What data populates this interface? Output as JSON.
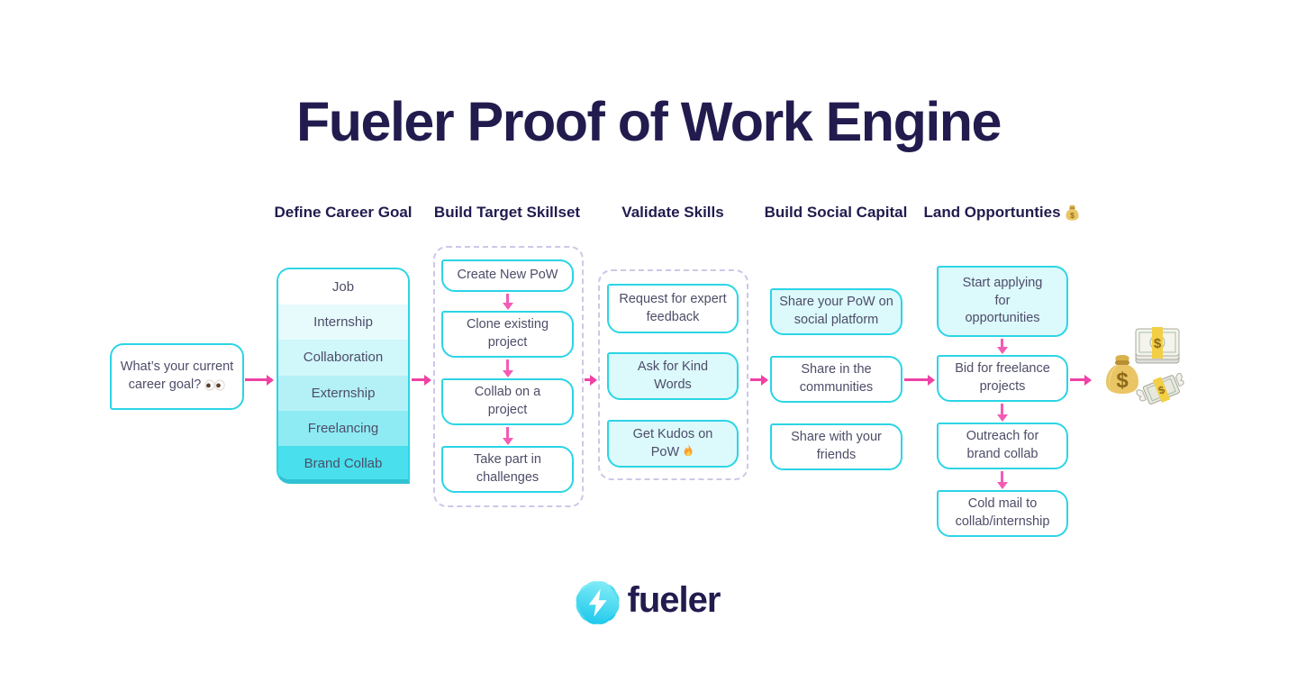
{
  "title": "Fueler Proof of Work Engine",
  "stages": [
    {
      "label": "Define Career Goal"
    },
    {
      "label": "Build Target Skillset"
    },
    {
      "label": "Validate Skills"
    },
    {
      "label": "Build Social Capital"
    },
    {
      "label": "Land Opportunties",
      "emoji": "💰",
      "emoji_name": "money-bag"
    }
  ],
  "intro_box": {
    "text": "What’s your current career goal?",
    "emoji": "👀",
    "emoji_name": "eyes"
  },
  "career_goals": [
    "Job",
    "Internship",
    "Collaboration",
    "Externship",
    "Freelancing",
    "Brand Collab"
  ],
  "skillset_steps": [
    "Create New PoW",
    "Clone existing project",
    "Collab on a project",
    "Take part in challenges"
  ],
  "validate_steps": [
    {
      "text": "Request for expert feedback"
    },
    {
      "text": "Ask for Kind Words"
    },
    {
      "text": "Get Kudos on PoW",
      "emoji": "🔥",
      "emoji_name": "fire"
    }
  ],
  "social_steps": [
    "Share your PoW on social platform",
    "Share in the communities",
    "Share with your friends"
  ],
  "opportunity_steps": [
    "Start applying for opportunities",
    "Bid for freelance projects",
    "Outreach for brand collab",
    "Cold mail to collab/internship"
  ],
  "outcome": {
    "emojis": [
      "💰",
      "💵",
      "💸"
    ],
    "emoji_names": [
      "money-bag",
      "dollar-banknotes",
      "money-with-wings"
    ]
  },
  "logo": {
    "text": "fueler"
  },
  "colors": {
    "navy": "#211b4e",
    "box_text": "#4d4d68",
    "cyan_border": "#2bd5e5",
    "light_cyan_fill": "#dcf9fc",
    "arrow_pink": "#ef42a4",
    "dashed_border": "#cdc7e8",
    "goal_gradient": [
      "#ffffff",
      "#e7fbfd",
      "#d0f7fa",
      "#b4f1f7",
      "#8febf3",
      "#49dfec"
    ]
  }
}
